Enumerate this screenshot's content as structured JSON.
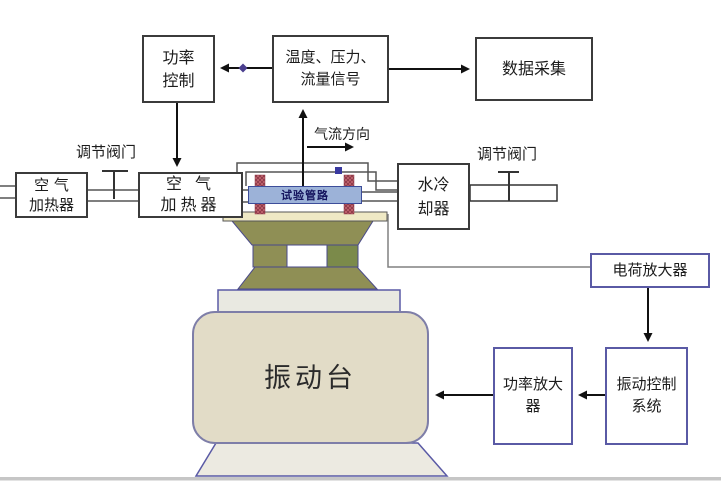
{
  "diagram": {
    "boxes": {
      "power_control": {
        "line1": "功率",
        "line2": "控制"
      },
      "signal": {
        "line1": "温度、压力、",
        "line2": "流量信号"
      },
      "daq": {
        "label": "数据采集"
      },
      "heater_left": {
        "line1": "空 气",
        "line2": "加热器"
      },
      "heater_right": {
        "line1": "空 气",
        "line2": "加热器"
      },
      "cooler": {
        "line1": "水冷",
        "line2": "却器"
      },
      "charge_amp": {
        "label": "电荷放大器"
      },
      "power_amp": {
        "line1": "功率放大",
        "line2": "器"
      },
      "vib_control": {
        "line1": "振动控制",
        "line2": "系统"
      }
    },
    "labels": {
      "valve_left": "调节阀门",
      "valve_right": "调节阀门",
      "airflow": "气流方向",
      "test_pipe": "试验管路",
      "shaker": "振动台"
    },
    "colors": {
      "box_border_dark": "#3b3b3b",
      "box_border_blue": "#5a5aa5",
      "pipe_bar_fill": "#9cb2d8",
      "pipe_bar_border": "#3d4d9a",
      "clamp_red": "#c96a74",
      "olive_fixture": "#8f8f55",
      "olive_block_dark": "#7b8a4a",
      "slip_plate_cream": "#efe9c5",
      "shaker_body": "#e2dcc7",
      "shaker_plate": "#e9e9e1",
      "skirt": "#eceae1",
      "line_gray": "#555555",
      "arrow_black": "#111111",
      "junction_diamond": "#4b3f8f",
      "accelerometer_blue": "#3939a0"
    }
  }
}
